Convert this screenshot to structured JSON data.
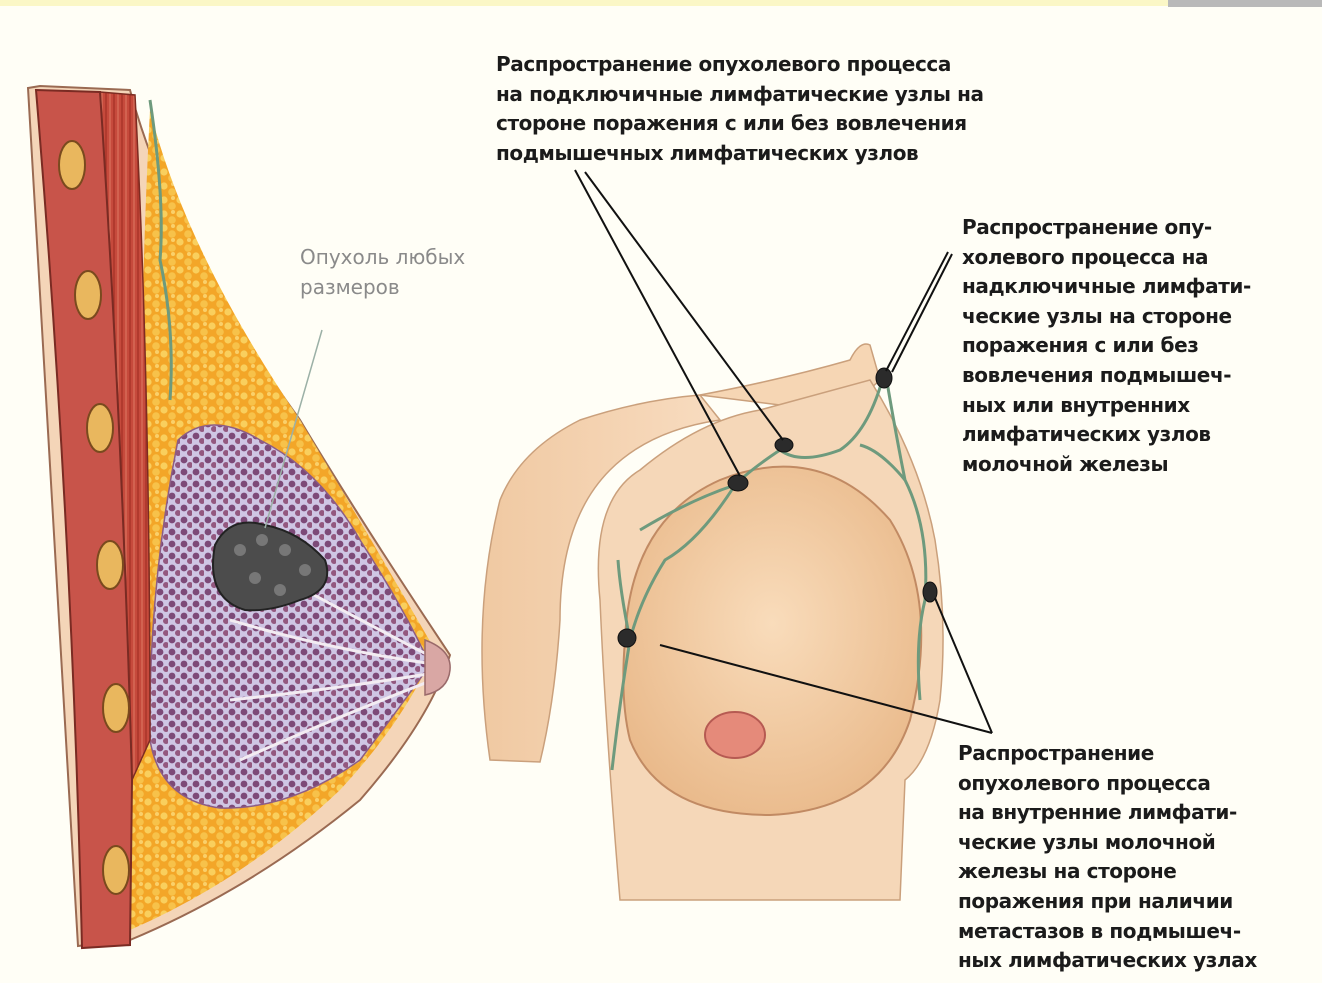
{
  "figure": {
    "tumor_label": "Опухоль любых\nразмеров",
    "label_subclavian": "Распространение опухолевого процесса\nна подключичные лимфатические узлы на\nстороне поражения с или без вовлечения\nподмышечных лимфатических узлов",
    "label_supraclavicular": "Распространение опу-\nхолевого процесса на\nнадключичные лимфати-\nческие узлы на стороне\nпоражения с или без\nвовлечения подмышеч-\nных или внутренних\nлимфатических узлов\nмолочной железы",
    "label_internal": "Распространение\nопухолевого процесса\nна внутренние лимфати-\nческие узлы молочной\nжелезы на стороне\nпоражения при наличии\nметастазов в подмышеч-\nных лимфатических узлах"
  },
  "colors": {
    "page_background": "#fffef6",
    "top_strip": "#fbf7c6",
    "corner_tab": "#b9b9b9",
    "skin": "#f2cda6",
    "fat": "#f2a628",
    "muscle": "#c64a3c",
    "gland": "#7d4a78",
    "tumor": "#4a4a4a",
    "lymph_vessel": "#6e9a7d",
    "lymph_node": "#2b2b2b",
    "label_text": "#1b1b1b",
    "tumor_label_text": "#8a8a8a"
  }
}
